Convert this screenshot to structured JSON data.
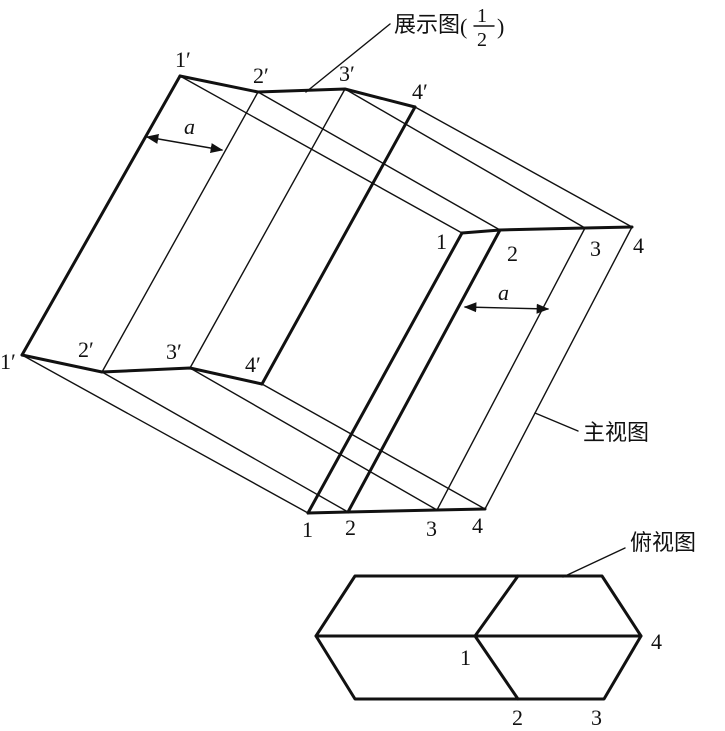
{
  "titles": {
    "development": "展示图",
    "development_paren_open": "(",
    "development_paren_close": ")",
    "development_fraction_num": "1",
    "development_fraction_den": "2",
    "front_view": "主视图",
    "top_view": "俯视图"
  },
  "dimension_symbol": "a",
  "development_labels": {
    "top": [
      "1′",
      "2′",
      "3′",
      "4′"
    ],
    "bottom": [
      "1′",
      "2′",
      "3′",
      "4′"
    ]
  },
  "front_labels": {
    "top": [
      "1",
      "2",
      "3",
      "4"
    ],
    "bottom": [
      "1",
      "2",
      "3",
      "4"
    ]
  },
  "top_view_labels": {
    "center": "1",
    "right": "4",
    "bottom_left": "2",
    "bottom_right": "3"
  }
}
